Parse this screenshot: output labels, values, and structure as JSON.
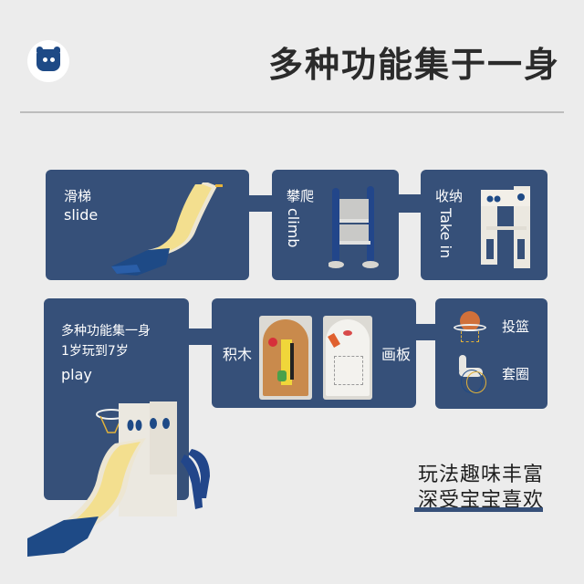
{
  "header": {
    "logo": "bear-logo-icon",
    "title": "多种功能集于一身"
  },
  "panels": {
    "slide": {
      "title_cn": "滑梯",
      "title_en": "slide",
      "image": "slide-illustration"
    },
    "climb": {
      "title_cn": "攀爬",
      "title_en": "climb",
      "image": "ladder-illustration"
    },
    "storage": {
      "title_cn": "收纳",
      "title_en": "Take in",
      "image": "storage-frame-illustration"
    },
    "play": {
      "line1": "多种功能集一身",
      "line2": "1岁玩到7岁",
      "title_en": "play",
      "image": "slide-playset-illustration"
    },
    "blocks": {
      "left_label": "积木",
      "right_label": "画板",
      "images": [
        "building-block-board",
        "drawing-board"
      ]
    },
    "games": {
      "items": [
        {
          "label": "投篮",
          "icon": "basketball-hoop-icon"
        },
        {
          "label": "套圈",
          "icon": "ring-toss-icon"
        }
      ]
    }
  },
  "caption": {
    "line1": "玩法趣味丰富",
    "line2": "深受宝宝喜欢"
  },
  "colors": {
    "background": "#ececec",
    "panel": "#365079",
    "brand_blue": "#1e4a86",
    "slide_yellow": "#f3df8f",
    "title_text": "#2b2b2b"
  }
}
